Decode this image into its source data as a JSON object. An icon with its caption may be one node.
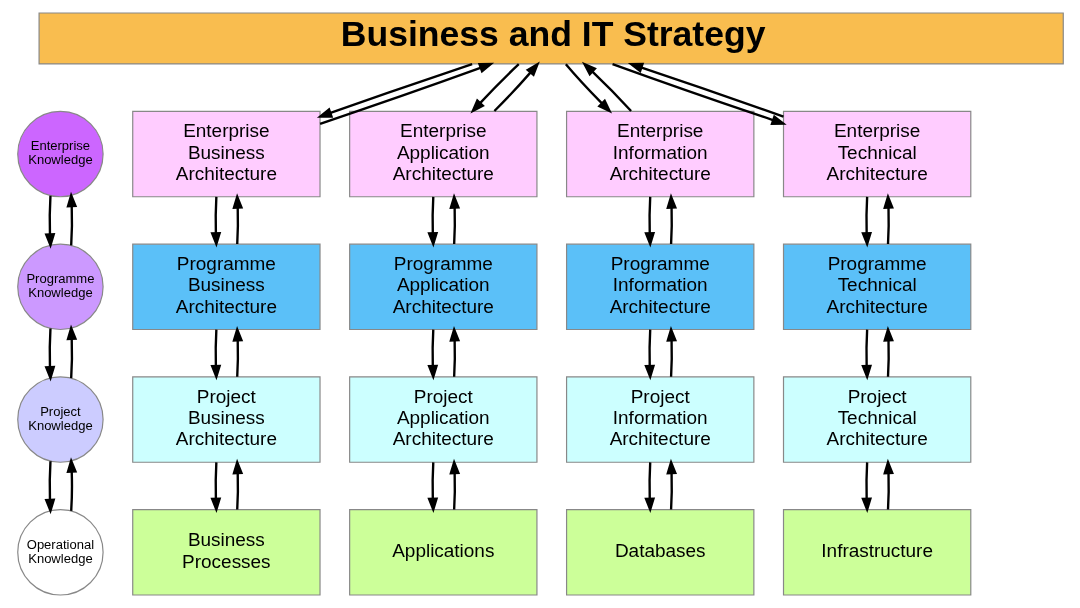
{
  "diagram": {
    "nodes": [
      {
        "text": [
          "Business and IT Strategy"
        ]
      },
      {
        "text": [
          "Enterprise Knowledge"
        ]
      },
      {
        "text": [
          "Enterprise Business Architecture"
        ]
      },
      {
        "text": [
          "Enterprise Application Architecture"
        ]
      },
      {
        "text": [
          "Enterprise Information Architecture"
        ]
      },
      {
        "text": [
          "Enterprise Technical Architecture"
        ]
      },
      {
        "text": [
          "Programme Knowledge"
        ]
      },
      {
        "text": [
          "Programme Business Architecture"
        ]
      },
      {
        "text": [
          "Programme Application Architecture"
        ]
      },
      {
        "text": [
          "Programme Information Architecture"
        ]
      },
      {
        "text": [
          "Programme Technical Architecture"
        ]
      },
      {
        "text": [
          "Project Knowledge"
        ]
      },
      {
        "text": [
          "Project Business Architecture"
        ]
      },
      {
        "text": [
          "Project Application Architecture"
        ]
      },
      {
        "text": [
          "Project Information Architecture"
        ]
      },
      {
        "text": [
          "Project Technical Architecture"
        ]
      },
      {
        "text": [
          "Operational Knowledge"
        ]
      },
      {
        "text": [
          "Business Processes"
        ]
      },
      {
        "text": [
          "Applications"
        ]
      },
      {
        "text": [
          "Databases"
        ]
      },
      {
        "text": [
          "Infrastructure"
        ]
      }
    ],
    "edges": [
      {
        "from": 0,
        "to": 2,
        "arrow": "to"
      },
      {
        "from": 2,
        "to": 0,
        "arrow": "to"
      },
      {
        "from": 0,
        "to": 3,
        "arrow": "to"
      },
      {
        "from": 3,
        "to": 0,
        "arrow": "to"
      },
      {
        "from": 0,
        "to": 4,
        "arrow": "to"
      },
      {
        "from": 4,
        "to": 0,
        "arrow": "to"
      },
      {
        "from": 0,
        "to": 5,
        "arrow": "to"
      },
      {
        "from": 5,
        "to": 0,
        "arrow": "to"
      },
      {
        "from": 1,
        "to": 6,
        "arrow": "to"
      },
      {
        "from": 6,
        "to": 1,
        "arrow": "to"
      },
      {
        "from": 2,
        "to": 7,
        "arrow": "to"
      },
      {
        "from": 7,
        "to": 2,
        "arrow": "to"
      },
      {
        "from": 3,
        "to": 8,
        "arrow": "to"
      },
      {
        "from": 8,
        "to": 3,
        "arrow": "to"
      },
      {
        "from": 4,
        "to": 9,
        "arrow": "to"
      },
      {
        "from": 9,
        "to": 4,
        "arrow": "to"
      },
      {
        "from": 5,
        "to": 10,
        "arrow": "to"
      },
      {
        "from": 10,
        "to": 5,
        "arrow": "to"
      },
      {
        "from": 6,
        "to": 11,
        "arrow": "to"
      },
      {
        "from": 11,
        "to": 6,
        "arrow": "to"
      },
      {
        "from": 7,
        "to": 12,
        "arrow": "to"
      },
      {
        "from": 12,
        "to": 7,
        "arrow": "to"
      },
      {
        "from": 8,
        "to": 13,
        "arrow": "to"
      },
      {
        "from": 13,
        "to": 8,
        "arrow": "to"
      },
      {
        "from": 9,
        "to": 14,
        "arrow": "to"
      },
      {
        "from": 14,
        "to": 9,
        "arrow": "to"
      },
      {
        "from": 10,
        "to": 15,
        "arrow": "to"
      },
      {
        "from": 15,
        "to": 10,
        "arrow": "to"
      },
      {
        "from": 11,
        "to": 16,
        "arrow": "to"
      },
      {
        "from": 16,
        "to": 11,
        "arrow": "to"
      },
      {
        "from": 12,
        "to": 17,
        "arrow": "to"
      },
      {
        "from": 17,
        "to": 12,
        "arrow": "to"
      },
      {
        "from": 13,
        "to": 18,
        "arrow": "to"
      },
      {
        "from": 18,
        "to": 13,
        "arrow": "to"
      },
      {
        "from": 14,
        "to": 19,
        "arrow": "to"
      },
      {
        "from": 19,
        "to": 14,
        "arrow": "to"
      },
      {
        "from": 15,
        "to": 20,
        "arrow": "to"
      },
      {
        "from": 20,
        "to": 15,
        "arrow": "to"
      }
    ]
  }
}
